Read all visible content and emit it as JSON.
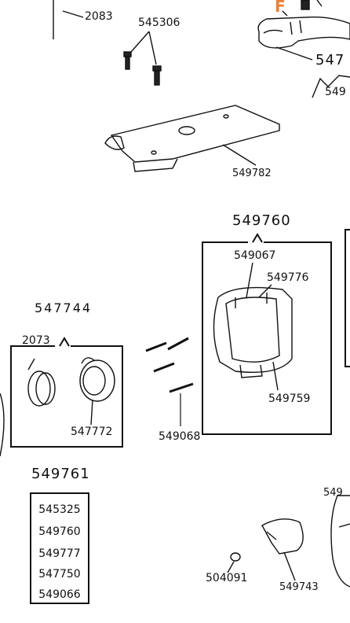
{
  "labels": {
    "p2083": "2083",
    "p545306": "545306",
    "p547_top": "547",
    "p549_top": "549",
    "p549782": "549782",
    "p549760": "549760",
    "p549067": "549067",
    "p549776": "549776",
    "p549759": "549759",
    "p547744": "547744",
    "p2073": "2073",
    "p547772": "547772",
    "p549068": "549068",
    "p549761": "549761",
    "p504091": "504091",
    "p549743": "549743",
    "p549_right": "549"
  },
  "orange_mark": "F",
  "kit_549761_items": [
    "545325",
    "549760",
    "549777",
    "547750",
    "549066"
  ],
  "colors": {
    "line": "#111111",
    "accent": "#e8823a",
    "background": "#ffffff"
  }
}
